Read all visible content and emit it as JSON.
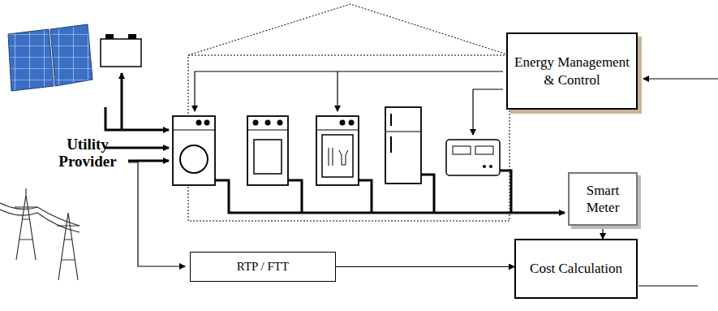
{
  "diagram": {
    "nodes": [
      {
        "text": [
          "Energy Management & Control"
        ]
      },
      {
        "text": [
          "Smart Meter"
        ]
      },
      {
        "text": [
          "RTP / FTT"
        ]
      },
      {
        "text": [
          "Cost Calculation"
        ]
      }
    ],
    "edges": [
      {
        "from": 1,
        "to": 3,
        "arrow": "to"
      },
      {
        "from": 2,
        "to": 3,
        "arrow": "to"
      }
    ],
    "labels": [
      "Utility Provider"
    ]
  }
}
